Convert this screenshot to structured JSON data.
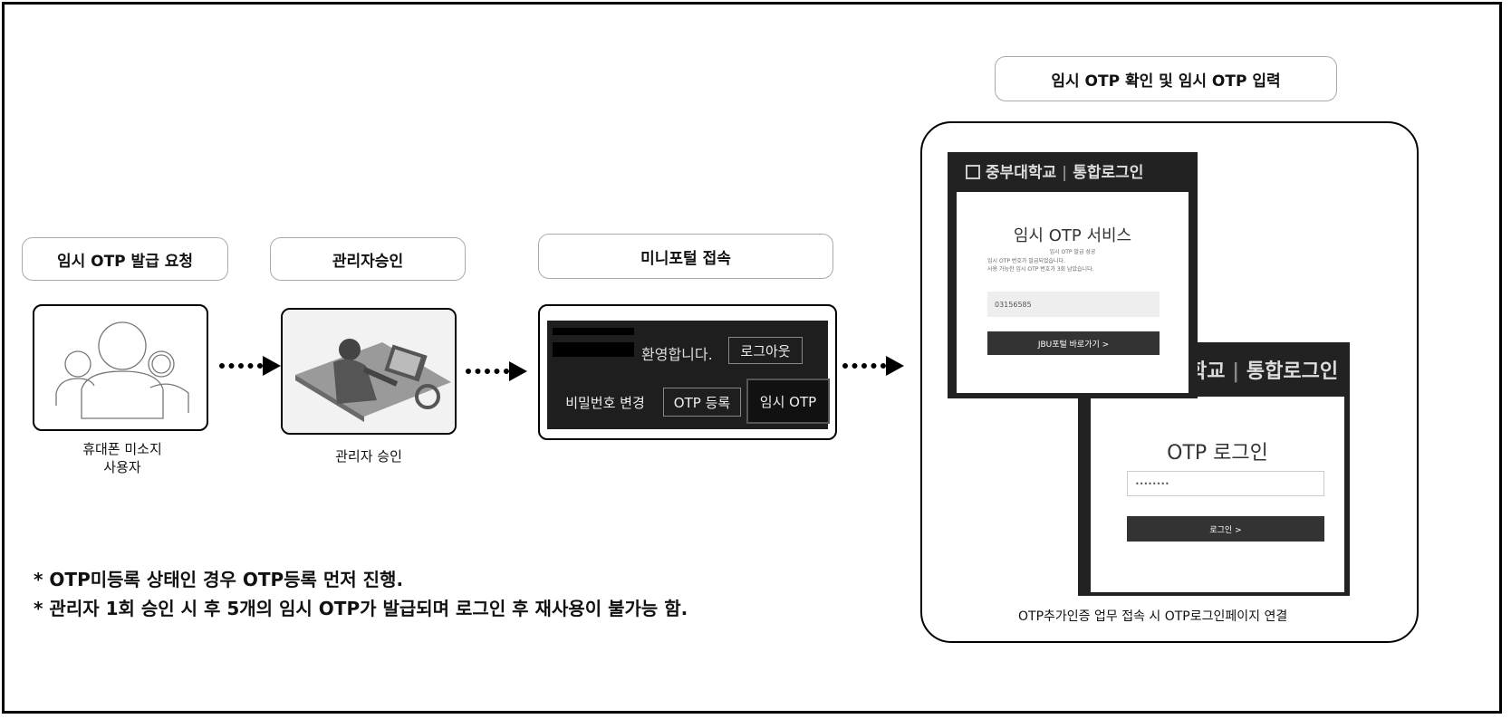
{
  "steps": [
    {
      "label": "임시 OTP 발급 요청",
      "caption_line1": "휴대폰 미소지",
      "caption_line2": "사용자",
      "image_icon": "users-icon"
    },
    {
      "label": "관리자승인",
      "caption_line1": "관리자 승인",
      "image_icon": "admin-computer-icon"
    },
    {
      "label": "미니포털 접속"
    }
  ],
  "mini_portal": {
    "welcome": "환영합니다.",
    "logout": "로그아웃",
    "pw_change": "비밀번호 변경",
    "otp_register": "OTP 등록",
    "temp_otp": "임시 OTP"
  },
  "right_panel": {
    "title": "임시 OTP 확인 및 임시 OTP 입력",
    "screen1": {
      "brand": "중부대학교",
      "brand_sub": "통합로그인",
      "heading": "임시 OTP 서비스",
      "msg1": "임시 OTP 발급 성공",
      "msg2": "임시 OTP 번호가 발급되었습니다.",
      "msg3": "사용 가능한 임시 OTP 번호가 3회 남았습니다.",
      "otp_value": "03156585",
      "button": "JBU포털 바로가기 >"
    },
    "screen2": {
      "brand_partial": "학교",
      "brand_sub": "통합로그인",
      "heading": "OTP 로그인",
      "password_mask": "••••••••",
      "button": "로그인 >"
    },
    "caption": "OTP추가인증 업무 접속 시 OTP로그인페이지 연결"
  },
  "notes": [
    "* OTP미등록 상태인 경우 OTP등록 먼저 진행.",
    "* 관리자 1회 승인 시 후 5개의 임시 OTP가 발급되며 로그인 후 재사용이 불가능 함."
  ]
}
